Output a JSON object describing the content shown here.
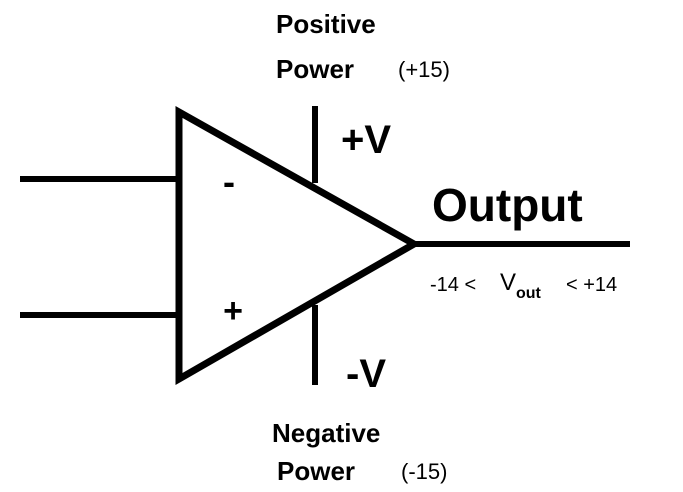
{
  "diagram": {
    "power_top": {
      "line1": "Positive",
      "line2": "Power",
      "value": "(+15)",
      "rail": "+V"
    },
    "power_bottom": {
      "line1": "Negative",
      "line2": "Power",
      "value": "(-15)",
      "rail": "-V"
    },
    "inputs": {
      "inverting": "-",
      "non_inverting": "+"
    },
    "output": {
      "title": "Output",
      "range_low": "-14 <",
      "v_symbol": "V",
      "v_subscript": "out",
      "range_high": "< +14"
    }
  }
}
